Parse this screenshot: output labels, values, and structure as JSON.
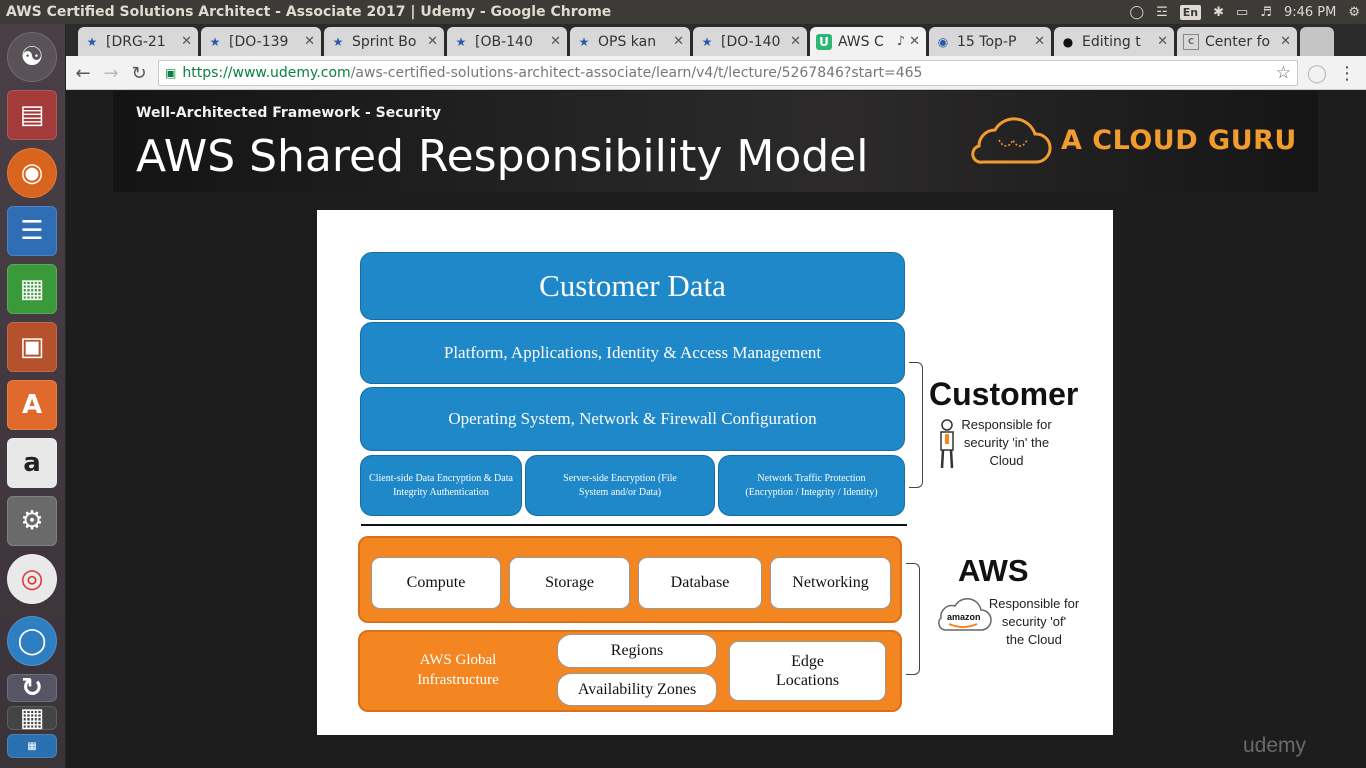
{
  "os": {
    "window_title": "AWS Certified Solutions Architect - Associate 2017 | Udemy - Google Chrome",
    "keyboard_layout": "En",
    "clock": "9:46 PM"
  },
  "tabs": [
    {
      "label": "[DRG-21",
      "active": false
    },
    {
      "label": "[DO-139",
      "active": false
    },
    {
      "label": "Sprint Bo",
      "active": false
    },
    {
      "label": "[OB-140",
      "active": false
    },
    {
      "label": "OPS kan",
      "active": false
    },
    {
      "label": "[DO-140",
      "active": false
    },
    {
      "label": "AWS C",
      "active": true
    },
    {
      "label": "15 Top-P",
      "active": false
    },
    {
      "label": "Editing t",
      "active": false
    },
    {
      "label": "Center fo",
      "active": false
    }
  ],
  "address": {
    "host": "https://www.udemy.com",
    "path": "/aws-certified-solutions-architect-associate/learn/v4/t/lecture/5267846?start=465"
  },
  "slide": {
    "subtitle": "Well-Architected Framework - Security",
    "title": "AWS Shared Responsibility Model",
    "brand": "A CLOUD GURU"
  },
  "diagram": {
    "customer_data": "Customer Data",
    "platform": "Platform, Applications, Identity & Access Management",
    "os_network": "Operating System, Network & Firewall Configuration",
    "client_side": "Client-side Data Encryption & Data Integrity Authentication",
    "server_side": "Server-side Encryption (File System and/or Data)",
    "network_traffic": "Network Traffic Protection (Encryption / Integrity / Identity)",
    "compute": "Compute",
    "storage": "Storage",
    "database": "Database",
    "networking": "Networking",
    "global_infra": "AWS Global Infrastructure",
    "regions": "Regions",
    "availability_zones": "Availability Zones",
    "edge_locations": "Edge Locations",
    "customer_heading": "Customer",
    "customer_desc_1": "Responsible for",
    "customer_desc_2": "security 'in' the",
    "customer_desc_3": "Cloud",
    "aws_heading": "AWS",
    "aws_desc_1": "Responsible for",
    "aws_desc_2": "security 'of'",
    "aws_desc_3": "the Cloud",
    "amazon_logo": "amazon"
  },
  "watermark": "udemy",
  "colors": {
    "aws_blue": "#1e88c9",
    "aws_orange": "#f38620",
    "brand_orange": "#f29b2e"
  }
}
